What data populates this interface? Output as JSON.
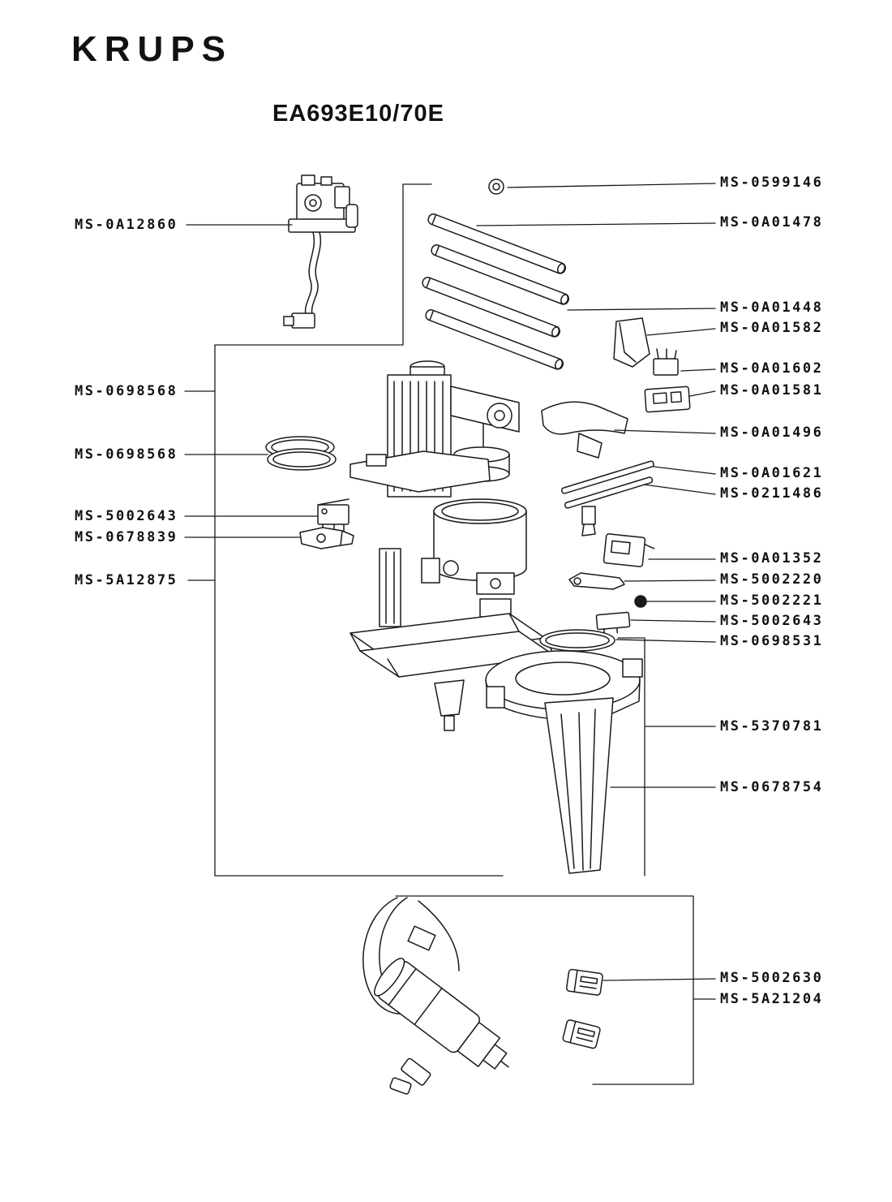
{
  "brand": "KRUPS",
  "model": "EA693E10/70E",
  "left_labels": [
    {
      "part": "MS-0A12860"
    },
    {
      "part": "MS-0698568"
    },
    {
      "part": "MS-0698568"
    },
    {
      "part": "MS-5002643"
    },
    {
      "part": "MS-0678839"
    },
    {
      "part": "MS-5A12875"
    }
  ],
  "right_labels": [
    {
      "part": "MS-0599146"
    },
    {
      "part": "MS-0A01478"
    },
    {
      "part": "MS-0A01448"
    },
    {
      "part": "MS-0A01582"
    },
    {
      "part": "MS-0A01602"
    },
    {
      "part": "MS-0A01581"
    },
    {
      "part": "MS-0A01496"
    },
    {
      "part": "MS-0A01621"
    },
    {
      "part": "MS-0211486"
    },
    {
      "part": "MS-0A01352"
    },
    {
      "part": "MS-5002220"
    },
    {
      "part": "MS-5002221"
    },
    {
      "part": "MS-5002643"
    },
    {
      "part": "MS-0698531"
    },
    {
      "part": "MS-5370781"
    },
    {
      "part": "MS-0678754"
    },
    {
      "part": "MS-5002630"
    },
    {
      "part": "MS-5A21204"
    }
  ],
  "colors": {
    "ink": "#1a1a1a",
    "background": "#ffffff"
  }
}
